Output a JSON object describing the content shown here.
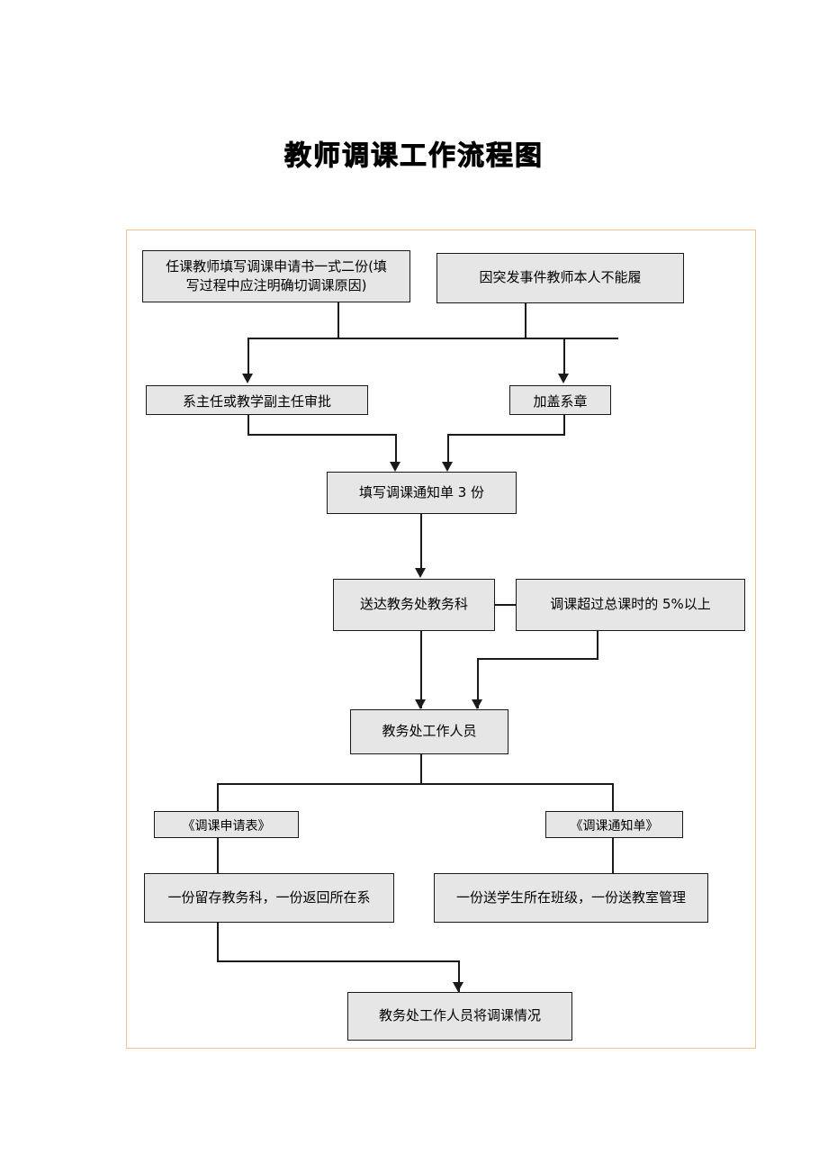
{
  "document": {
    "title": "教师调课工作流程图",
    "border_color": "#f2c28a",
    "node_fill": "#e6e6e6",
    "node_stroke": "#1a1a1a"
  },
  "chart_data": {
    "type": "diagram",
    "title": "教师调课工作流程图",
    "nodes": [
      {
        "id": "n1",
        "label": "任课教师填写调课申请书一式二份(填写写过程中应注明确切调课原因)",
        "text": "任课教师填写调课申请书一式二份(填\n写过程中应注明确切调课原因)"
      },
      {
        "id": "n2",
        "label": "因突发事件教师本人不能履",
        "text": "因突发事件教师本人不能履"
      },
      {
        "id": "n3",
        "label": "系主任或教学副主任审批",
        "text": "系主任或教学副主任审批"
      },
      {
        "id": "n4",
        "label": "加盖系章",
        "text": "加盖系章"
      },
      {
        "id": "n5",
        "label": "填写调课通知单 3 份",
        "text": "填写调课通知单 3 份"
      },
      {
        "id": "n6",
        "label": "送达教务处教务科",
        "text": "送达教务处教务科"
      },
      {
        "id": "n7",
        "label": "调课超过总课时的 5%以上",
        "text": "调课超过总课时的 5%以上"
      },
      {
        "id": "n8",
        "label": "教务处工作人员",
        "text": "教务处工作人员"
      },
      {
        "id": "n9",
        "label": "《调课申请表》",
        "text": "《调课申请表》"
      },
      {
        "id": "n10",
        "label": "《调课通知单》",
        "text": "《调课通知单》"
      },
      {
        "id": "n11",
        "label": "一份留存教务科，一份返回所在系",
        "text": "一份留存教务科，一份返回所在系"
      },
      {
        "id": "n12",
        "label": "一份送学生所在班级，一份送教室管理",
        "text": "一份送学生所在班级，一份送教室管理"
      },
      {
        "id": "n13",
        "label": "教务处工作人员将调课情况",
        "text": "教务处工作人员将调课情况"
      }
    ],
    "edges": [
      {
        "from": "n1",
        "to": "n3"
      },
      {
        "from": "n1",
        "to": "n4"
      },
      {
        "from": "n2",
        "to": "n3"
      },
      {
        "from": "n2",
        "to": "n4"
      },
      {
        "from": "n3",
        "to": "n5"
      },
      {
        "from": "n4",
        "to": "n5"
      },
      {
        "from": "n5",
        "to": "n6"
      },
      {
        "from": "n6",
        "to": "n8"
      },
      {
        "from": "n7",
        "to": "n8"
      },
      {
        "from": "n6",
        "to": "n7"
      },
      {
        "from": "n8",
        "to": "n9"
      },
      {
        "from": "n8",
        "to": "n10"
      },
      {
        "from": "n9",
        "to": "n11"
      },
      {
        "from": "n10",
        "to": "n12"
      },
      {
        "from": "n11",
        "to": "n13"
      },
      {
        "from": "n12",
        "to": "n13"
      }
    ]
  }
}
